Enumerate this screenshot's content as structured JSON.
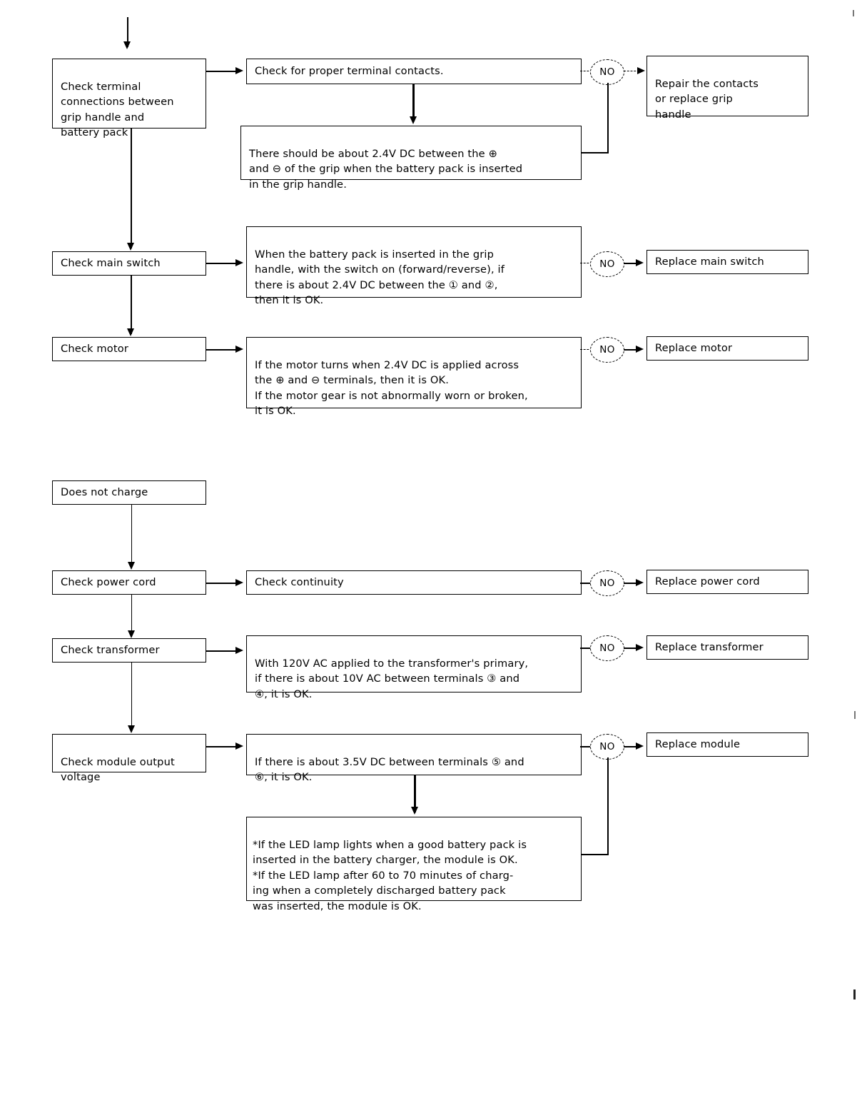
{
  "document": {
    "type": "troubleshooting-flowchart",
    "decision_label": "NO"
  },
  "section_one": {
    "entry_node": {
      "label": "Check terminal\nconnections between\ngrip handle and\nbattery pack"
    },
    "steps": [
      {
        "name": "terminal-contacts",
        "left_label": "Check terminal\nconnections between\ngrip handle and\nbattery pack",
        "test_label": "Check for proper terminal contacts.",
        "detail_label": "There should be about 2.4V DC between the ⊕\nand ⊖ of the grip when the battery pack is inserted\nin the grip handle.",
        "decision_label": "NO",
        "action_label": "Repair the contacts\nor replace grip\nhandle"
      },
      {
        "name": "main-switch",
        "left_label": "Check main switch",
        "test_label": "When the battery pack is inserted in the grip\nhandle, with the switch on (forward/reverse), if\nthere is about 2.4V DC between the ① and ②,\nthen it is OK.",
        "decision_label": "NO",
        "action_label": "Replace main switch"
      },
      {
        "name": "motor",
        "left_label": "Check motor",
        "test_label": "If the motor turns when 2.4V DC is applied across\nthe ⊕ and ⊖ terminals, then it is OK.\nIf the motor gear is not abnormally worn or broken,\nit is OK.",
        "decision_label": "NO",
        "action_label": "Replace motor"
      }
    ]
  },
  "section_two": {
    "title_node": {
      "label": "Does not charge"
    },
    "steps": [
      {
        "name": "power-cord",
        "left_label": "Check power cord",
        "test_label": "Check continuity",
        "decision_label": "NO",
        "action_label": "Replace power cord"
      },
      {
        "name": "transformer",
        "left_label": "Check transformer",
        "test_label": "With 120V AC applied to the transformer's primary,\nif there is about 10V AC between terminals ③ and\n④, it is OK.",
        "decision_label": "NO",
        "action_label": "Replace transformer"
      },
      {
        "name": "module-output-voltage",
        "left_label": "Check module output\nvoltage",
        "test_label": "If there is about 3.5V DC between terminals ⑤ and\n⑥, it is OK.",
        "decision_label": "NO",
        "action_label": "Replace module",
        "detail_label": "*If the LED lamp lights when a good battery pack is\n inserted in the battery charger, the module is OK.\n*If the LED lamp after 60 to 70 minutes of charg-\n ing when a completely discharged battery pack\n was inserted, the module is OK."
      }
    ]
  },
  "colors": {
    "ink": "#000000",
    "paper": "#ffffff"
  }
}
